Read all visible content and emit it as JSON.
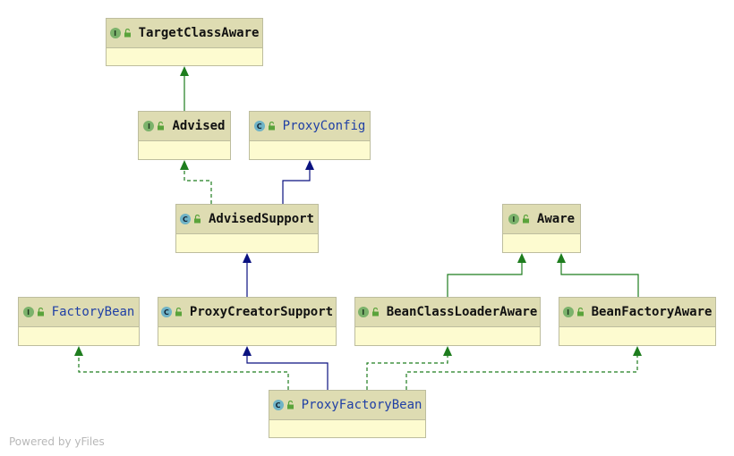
{
  "colors": {
    "header_bg": "#dedcb2",
    "body_bg": "#fdfbd0",
    "border": "#bdbd9e",
    "implements_edge": "#1e7d1e",
    "extends_edge": "#0a1280",
    "highlight_name": "#1f3fa5"
  },
  "nodes": {
    "target_class_aware": {
      "name": "TargetClassAware",
      "kind": "interface",
      "icon": "interface-icon"
    },
    "advised": {
      "name": "Advised",
      "kind": "interface",
      "icon": "interface-icon"
    },
    "proxy_config": {
      "name": "ProxyConfig",
      "kind": "class",
      "icon": "class-icon"
    },
    "advised_support": {
      "name": "AdvisedSupport",
      "kind": "class",
      "icon": "class-icon"
    },
    "aware": {
      "name": "Aware",
      "kind": "interface",
      "icon": "interface-icon"
    },
    "factory_bean": {
      "name": "FactoryBean",
      "kind": "interface",
      "icon": "interface-icon"
    },
    "proxy_creator_support": {
      "name": "ProxyCreatorSupport",
      "kind": "class",
      "icon": "class-icon"
    },
    "bean_class_loader_aware": {
      "name": "BeanClassLoaderAware",
      "kind": "interface",
      "icon": "interface-icon"
    },
    "bean_factory_aware": {
      "name": "BeanFactoryAware",
      "kind": "interface",
      "icon": "interface-icon"
    },
    "proxy_factory_bean": {
      "name": "ProxyFactoryBean",
      "kind": "class",
      "icon": "class-icon"
    }
  },
  "badge_letters": {
    "interface": "I",
    "class": "C"
  },
  "edges": [
    {
      "from": "Advised",
      "to": "TargetClassAware",
      "type": "extends-interface"
    },
    {
      "from": "AdvisedSupport",
      "to": "Advised",
      "type": "implements"
    },
    {
      "from": "AdvisedSupport",
      "to": "ProxyConfig",
      "type": "extends"
    },
    {
      "from": "ProxyCreatorSupport",
      "to": "AdvisedSupport",
      "type": "extends"
    },
    {
      "from": "BeanClassLoaderAware",
      "to": "Aware",
      "type": "extends-interface"
    },
    {
      "from": "BeanFactoryAware",
      "to": "Aware",
      "type": "extends-interface"
    },
    {
      "from": "ProxyFactoryBean",
      "to": "FactoryBean",
      "type": "implements"
    },
    {
      "from": "ProxyFactoryBean",
      "to": "ProxyCreatorSupport",
      "type": "extends"
    },
    {
      "from": "ProxyFactoryBean",
      "to": "BeanClassLoaderAware",
      "type": "implements"
    },
    {
      "from": "ProxyFactoryBean",
      "to": "BeanFactoryAware",
      "type": "implements"
    }
  ],
  "footer": "Powered by yFiles"
}
